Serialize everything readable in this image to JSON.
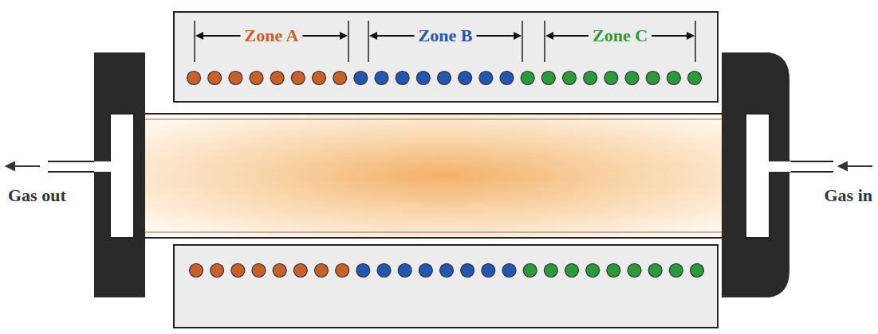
{
  "diagram": {
    "labels": [
      "Zone A",
      "Zone B",
      "Zone C",
      "Gas out",
      "Gas in"
    ]
  }
}
